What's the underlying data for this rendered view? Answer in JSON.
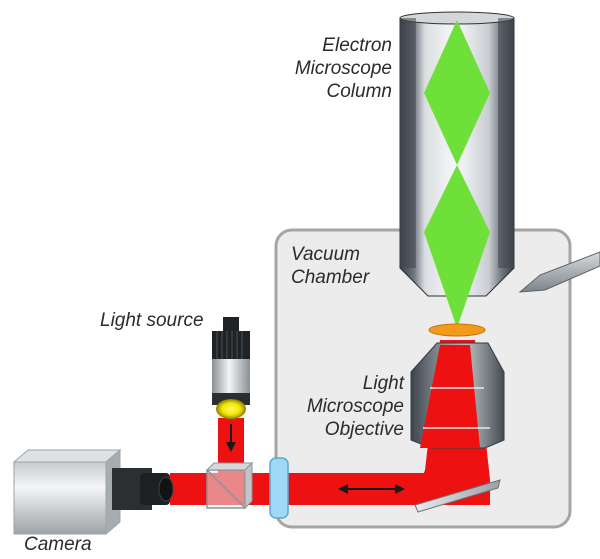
{
  "labels": {
    "electron_column": [
      "Electron",
      "Microscope",
      "Column"
    ],
    "vacuum_chamber": [
      "Vacuum",
      "Chamber"
    ],
    "light_source": "Light source",
    "light_objective": [
      "Light",
      "Microscope",
      "Objective"
    ],
    "camera": "Camera"
  },
  "colors": {
    "electron_beam": "#6fe03a",
    "laser_beam": "#ee1111",
    "chamber_fill": "#ececec",
    "chamber_border": "#a5a5a5",
    "sample": "#f39a1d",
    "lamp_glow": "#f2e500",
    "window": "#9fd8f5"
  },
  "icons": [
    "electron-column",
    "pole-piece-needle",
    "light-source-lamp",
    "beam-splitter-cube",
    "vacuum-window",
    "folding-mirror",
    "objective-lens",
    "camera-body",
    "double-arrow",
    "down-arrow"
  ]
}
